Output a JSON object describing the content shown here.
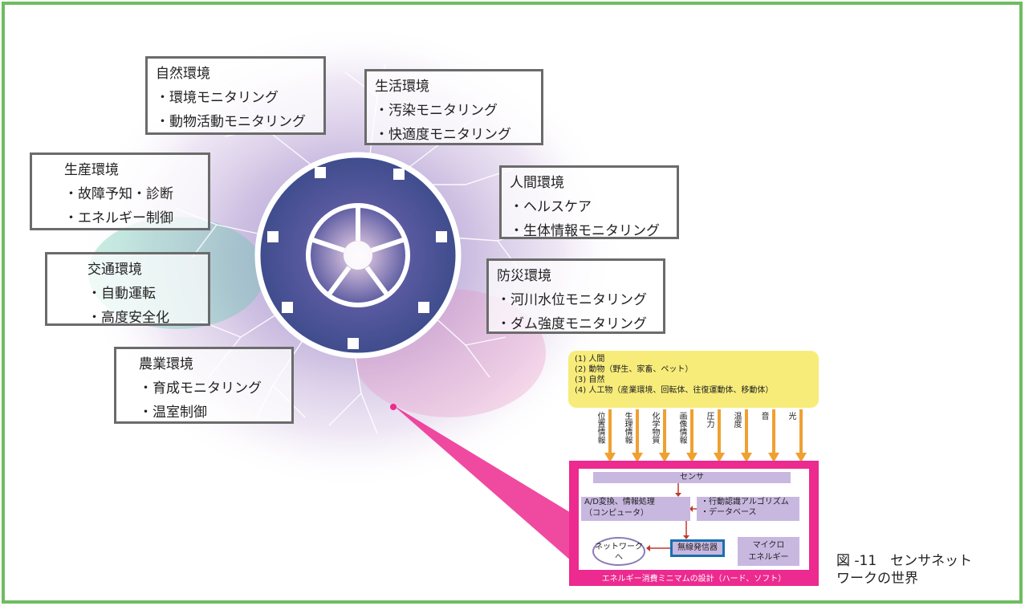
{
  "categories": [
    {
      "title": "自然環境",
      "items": [
        "・環境モニタリング",
        "・動物活動モニタリング"
      ]
    },
    {
      "title": "生活環境",
      "items": [
        "・汚染モニタリング",
        "・快適度モニタリング"
      ]
    },
    {
      "title": "生産環境",
      "items": [
        "・故障予知・診断",
        "・エネルギー制御"
      ]
    },
    {
      "title": "人間環境",
      "items": [
        "・ヘルスケア",
        "・生体情報モニタリング"
      ]
    },
    {
      "title": "交通環境",
      "items": [
        "・自動運転",
        "・高度安全化"
      ]
    },
    {
      "title": "防災環境",
      "items": [
        "・河川水位モニタリング",
        "・ダム強度モニタリング"
      ]
    },
    {
      "title": "農業環境",
      "items": [
        "・育成モニタリング",
        "・温室制御"
      ]
    }
  ],
  "sources": [
    "(1) 人間",
    "(2) 動物（野生、家畜、ペット）",
    "(3) 自然",
    "(4) 人工物（産業環境、回転体、往復運動体、移動体）"
  ],
  "info_types": [
    "位置情報",
    "生理情報",
    "化学物質",
    "画像情報",
    "圧力",
    "温度",
    "音",
    "光"
  ],
  "sensor_node": {
    "sensor": "センサ",
    "ad_line1": "A/D変換、情報処理",
    "ad_line2": "（コンピュータ）",
    "algo_line1": "・行動認識アルゴリズム",
    "algo_line2": "・データベース",
    "network_line1": "ネットワーク",
    "network_line2": "へ",
    "radio": "無線発信器",
    "micro_line1": "マイクロ",
    "micro_line2": "エネルギー",
    "bottom_label": "エネルギー消費ミニマムの設計（ハード、ソフト）"
  },
  "caption": {
    "line1": "図 -11　センサネット",
    "line2": "ワークの世界"
  },
  "colors": {
    "frame": "#6dbd5f",
    "accent": "#ec2a8f",
    "source_bg": "#f7ec7a",
    "arrow": "#f0a030",
    "box": "#c8b8e0"
  }
}
